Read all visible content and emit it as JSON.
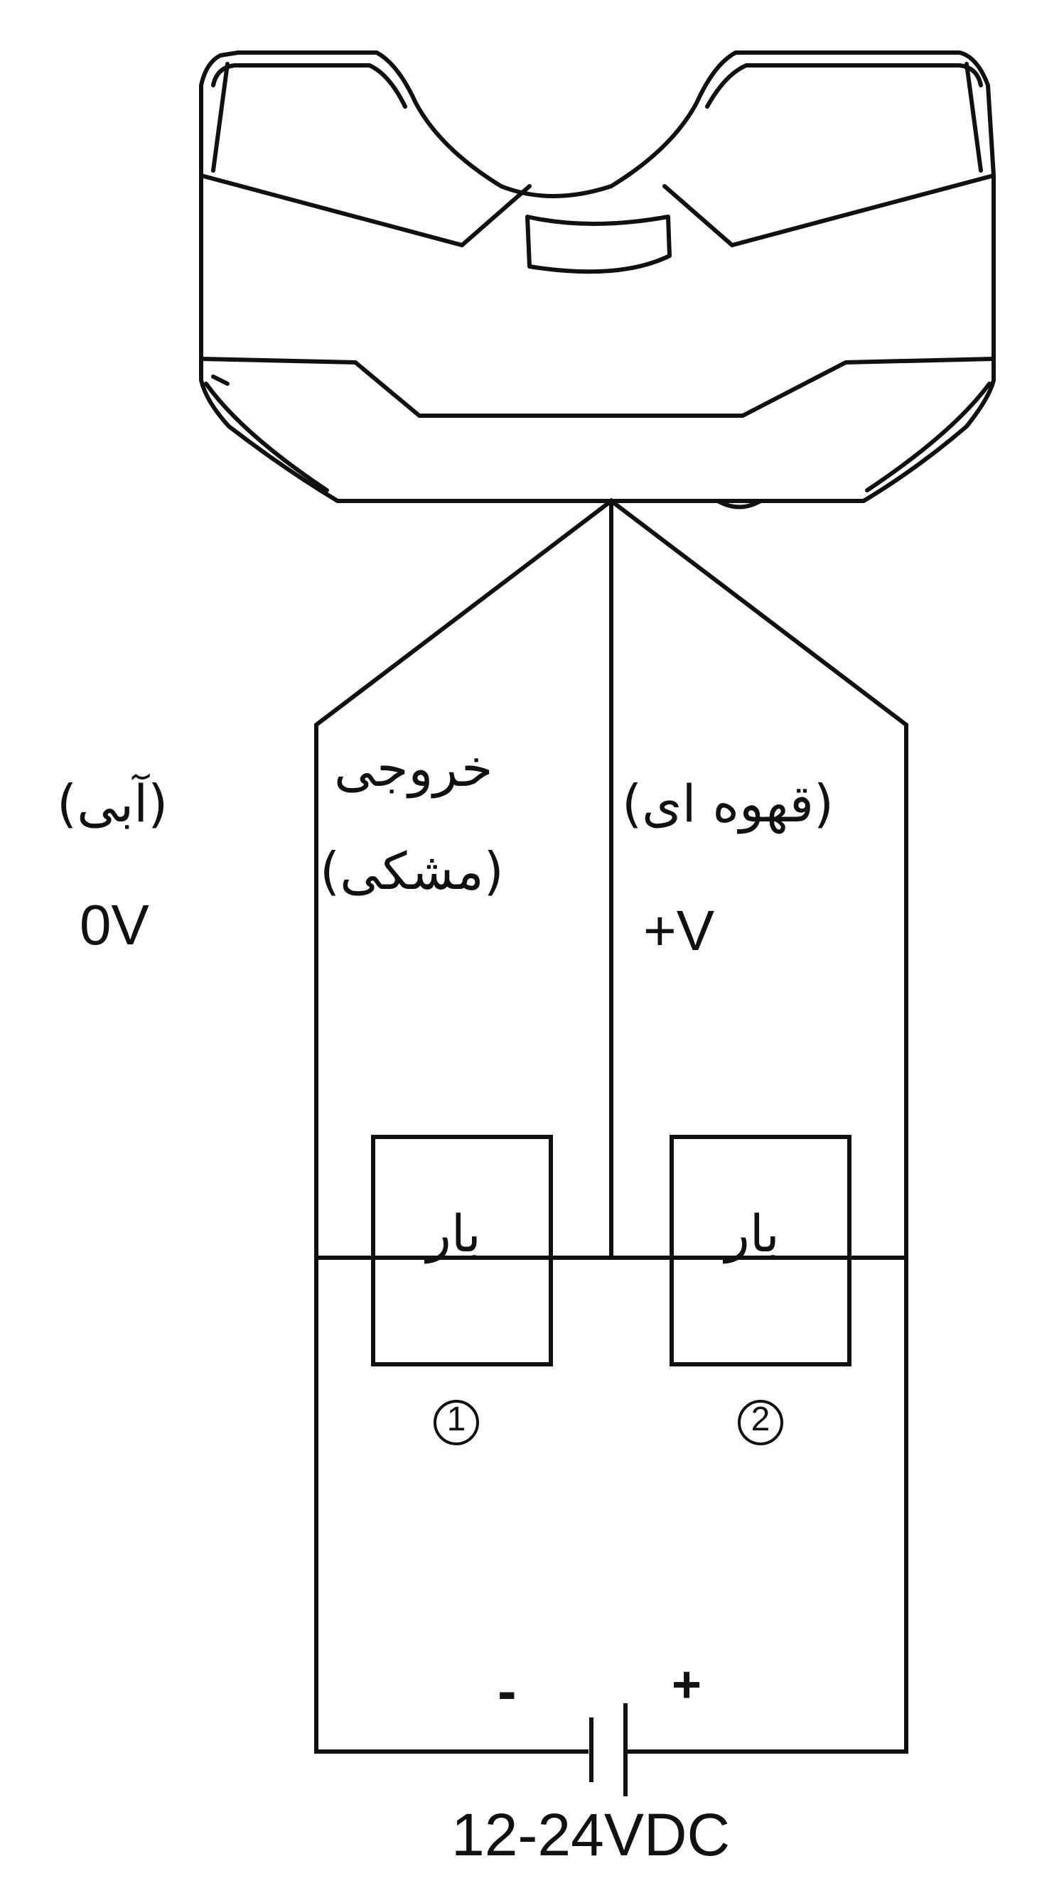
{
  "wires": {
    "blue": {
      "color_label": "(آبی)",
      "voltage": "0V"
    },
    "black": {
      "name": "خروجی",
      "color_label": "(مشکی)"
    },
    "brown": {
      "color_label": "(قهوه ای)",
      "voltage": "+V"
    }
  },
  "loads": [
    {
      "label": "بار",
      "number": "1"
    },
    {
      "label": "بار",
      "number": "2"
    }
  ],
  "supply": {
    "minus": "-",
    "plus": "+",
    "rating": "12-24VDC"
  }
}
